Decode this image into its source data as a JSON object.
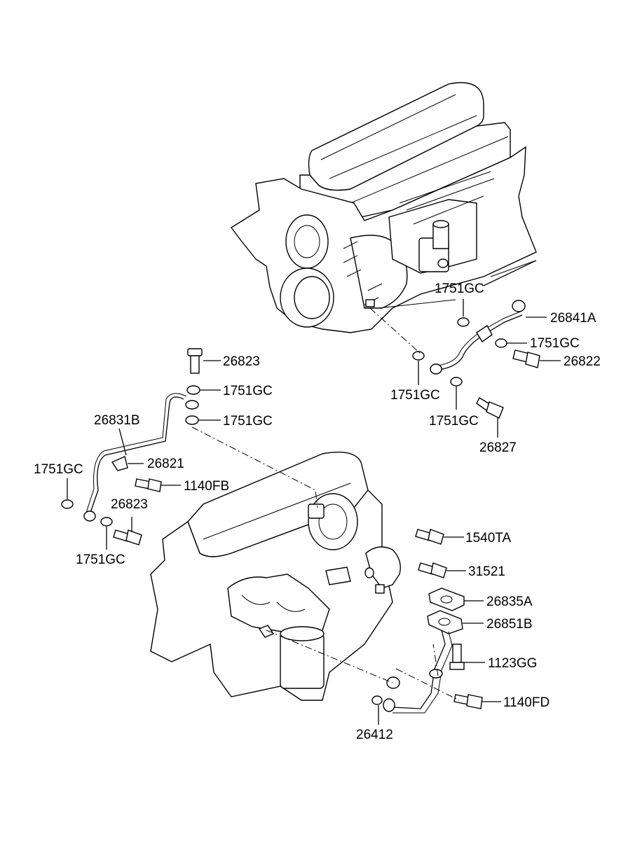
{
  "labels": {
    "l_1751GC_top": "1751GC",
    "l_26841A": "26841A",
    "l_1751GC_r1": "1751GC",
    "l_26822": "26822",
    "l_1751GC_r2": "1751GC",
    "l_1751GC_r3": "1751GC",
    "l_26827": "26827",
    "l_26823_top": "26823",
    "l_1751GC_c1": "1751GC",
    "l_1751GC_c2": "1751GC",
    "l_26831B": "26831B",
    "l_26821": "26821",
    "l_1751GC_left": "1751GC",
    "l_1140FB": "1140FB",
    "l_26823_mid": "26823",
    "l_1751GC_low": "1751GC",
    "l_1540TA": "1540TA",
    "l_31521": "31521",
    "l_26835A": "26835A",
    "l_26851B": "26851B",
    "l_1123GG": "1123GG",
    "l_1140FD": "1140FD",
    "l_26412": "26412"
  }
}
